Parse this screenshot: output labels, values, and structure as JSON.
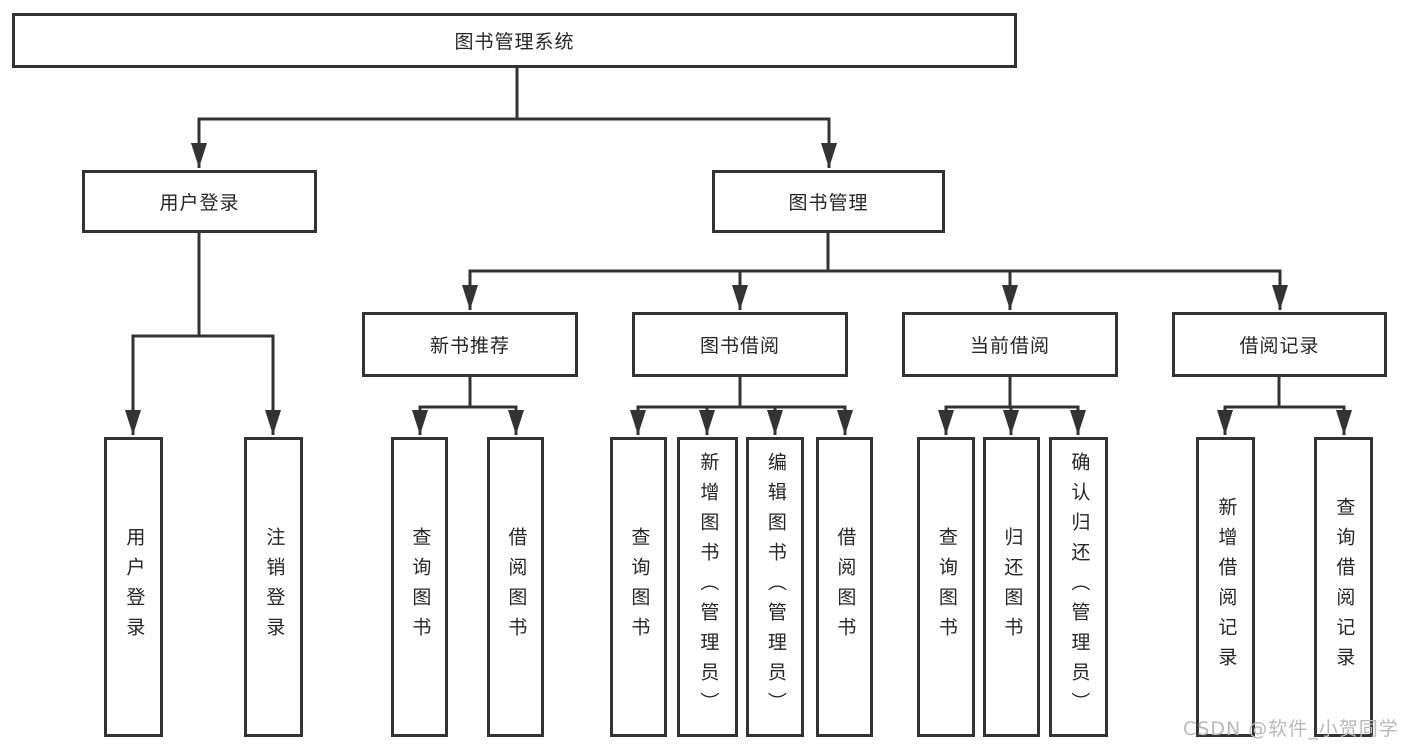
{
  "diagram": {
    "title": "图书管理系统",
    "root": {
      "id": "root",
      "label": "图书管理系统"
    },
    "level2": [
      {
        "id": "user-login",
        "label": "用户登录",
        "parent": "root"
      },
      {
        "id": "book-management",
        "label": "图书管理",
        "parent": "root"
      }
    ],
    "level3": [
      {
        "id": "new-book-recommend",
        "label": "新书推荐",
        "parent": "book-management"
      },
      {
        "id": "book-borrowing",
        "label": "图书借阅",
        "parent": "book-management"
      },
      {
        "id": "current-borrowing",
        "label": "当前借阅",
        "parent": "book-management"
      },
      {
        "id": "borrow-records",
        "label": "借阅记录",
        "parent": "book-management"
      }
    ],
    "leaves": [
      {
        "id": "leaf-user-login",
        "label": "用户登录",
        "parent": "user-login"
      },
      {
        "id": "leaf-logout",
        "label": "注销登录",
        "parent": "user-login"
      },
      {
        "id": "leaf-query-books-1",
        "label": "查询图书",
        "parent": "new-book-recommend"
      },
      {
        "id": "leaf-borrow-books-1",
        "label": "借阅图书",
        "parent": "new-book-recommend"
      },
      {
        "id": "leaf-query-books-2",
        "label": "查询图书",
        "parent": "book-borrowing"
      },
      {
        "id": "leaf-add-book-admin",
        "label": "新增图书（管理员）",
        "parent": "book-borrowing"
      },
      {
        "id": "leaf-edit-book-admin",
        "label": "编辑图书（管理员）",
        "parent": "book-borrowing"
      },
      {
        "id": "leaf-borrow-books-2",
        "label": "借阅图书",
        "parent": "book-borrowing"
      },
      {
        "id": "leaf-query-books-3",
        "label": "查询图书",
        "parent": "current-borrowing"
      },
      {
        "id": "leaf-return-books",
        "label": "归还图书",
        "parent": "current-borrowing"
      },
      {
        "id": "leaf-confirm-return-admin",
        "label": "确认归还（管理员）",
        "parent": "current-borrowing"
      },
      {
        "id": "leaf-add-borrow-record",
        "label": "新增借阅记录",
        "parent": "borrow-records"
      },
      {
        "id": "leaf-query-borrow-record",
        "label": "查询借阅记录",
        "parent": "borrow-records"
      }
    ]
  },
  "watermark": {
    "text": "CSDN @软件_小贺同学"
  },
  "colors": {
    "line": "#333333",
    "box_border": "#333333",
    "text": "#262626",
    "watermark": "#b9b9b9",
    "background": "#ffffff"
  }
}
